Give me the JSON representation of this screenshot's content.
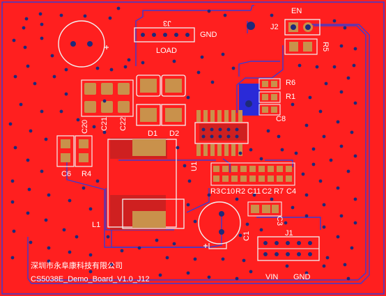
{
  "colors": {
    "board": "#ff1f1f",
    "copper": "#cf2020",
    "outline": "#f2f2f2",
    "pad": "#c9914b",
    "bottom_trace": "#3b3bd0",
    "via": "#1e2a7a"
  },
  "board_labels": {
    "j3": "J3",
    "gnd_top": "GND",
    "load": "LOAD",
    "en": "EN",
    "j2": "J2",
    "r5": "R5",
    "r6": "R6",
    "r1": "R1",
    "c8": "C8",
    "c20": "C20",
    "c21": "C21",
    "c22": "C22",
    "d1": "D1",
    "d2": "D2",
    "u1": "U1",
    "c6": "C6",
    "r4": "R4",
    "r3": "R3",
    "c10": "C10",
    "r2": "R2",
    "c11": "C11",
    "c2": "C2",
    "r7": "R7",
    "c4": "C4",
    "l1": "L1",
    "c1": "C1",
    "c3": "C3",
    "j1": "J1",
    "vin": "VIN",
    "gnd_bottom": "GND"
  },
  "footer": {
    "company": "深圳市永阜康科技有限公司",
    "board_name": "CS5038E_Demo_Board_V1.0_J12"
  }
}
